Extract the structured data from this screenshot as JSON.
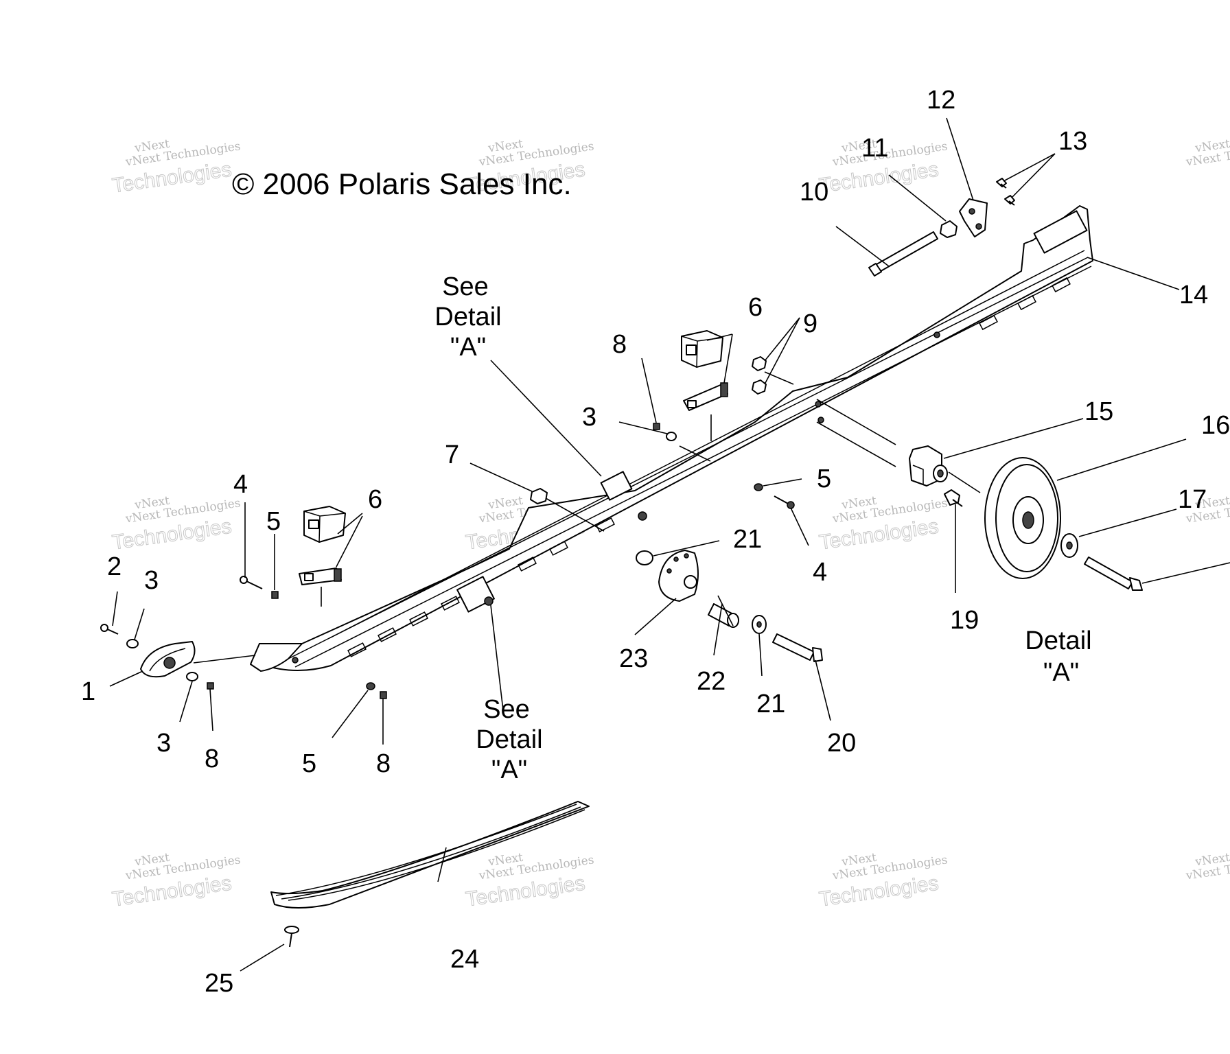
{
  "copyright": "© 2006 Polaris Sales Inc.",
  "watermark": {
    "line1": "vNext",
    "line2": "vNext Technologies",
    "line3": "Technologies"
  },
  "notes": {
    "see_detail_top": [
      "See",
      "Detail",
      "\"A\""
    ],
    "see_detail_bottom": [
      "See",
      "Detail",
      "\"A\""
    ],
    "detail_a": [
      "Detail",
      "\"A\""
    ]
  },
  "callouts": [
    "1",
    "2",
    "3",
    "3",
    "3",
    "4",
    "4",
    "5",
    "5",
    "5",
    "6",
    "6",
    "7",
    "8",
    "8",
    "8",
    "9",
    "10",
    "11",
    "12",
    "13",
    "14",
    "15",
    "16",
    "17",
    "19",
    "20",
    "21",
    "21",
    "22",
    "23",
    "24",
    "25"
  ]
}
